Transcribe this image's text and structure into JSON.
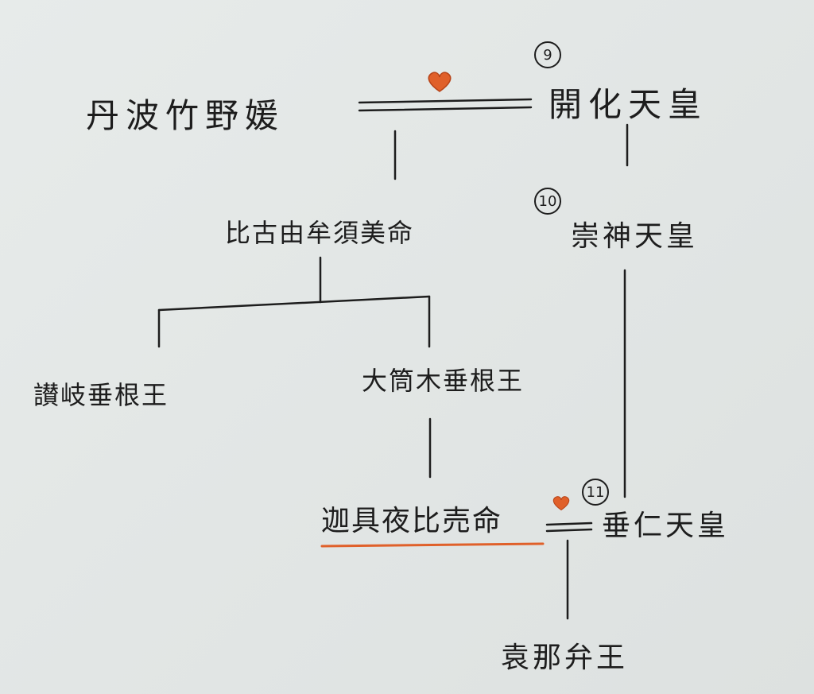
{
  "colors": {
    "ink": "#1d1d1d",
    "accent": "#e0602a",
    "paper": "#e5e9e8"
  },
  "nodes": {
    "tanba": "丹波竹野媛",
    "kaika": "開化天皇",
    "hikoyumusumi": "比古由牟須美命",
    "sujin": "崇神天皇",
    "sanuki": "讃岐垂根王",
    "ootsutsuki": "大筒木垂根王",
    "kaguyahime": "迦具夜比売命",
    "suinin": "垂仁天皇",
    "kenyou": "袁那弁王"
  },
  "generations": {
    "kaika": "9",
    "sujin": "10",
    "suinin": "11"
  },
  "icons": {
    "marriage": "heart-icon"
  }
}
